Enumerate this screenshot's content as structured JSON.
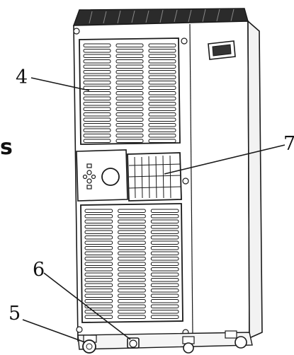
{
  "diagram": {
    "callouts": [
      {
        "id": "4",
        "label": "4"
      },
      {
        "id": "7",
        "label": "7"
      },
      {
        "id": "6",
        "label": "6"
      },
      {
        "id": "5",
        "label": "5"
      }
    ],
    "edge_text": "s"
  },
  "colors": {
    "line": "#1a1a1a",
    "body": "#ffffff",
    "shade": "#e6e6e6",
    "dark": "#222222"
  }
}
